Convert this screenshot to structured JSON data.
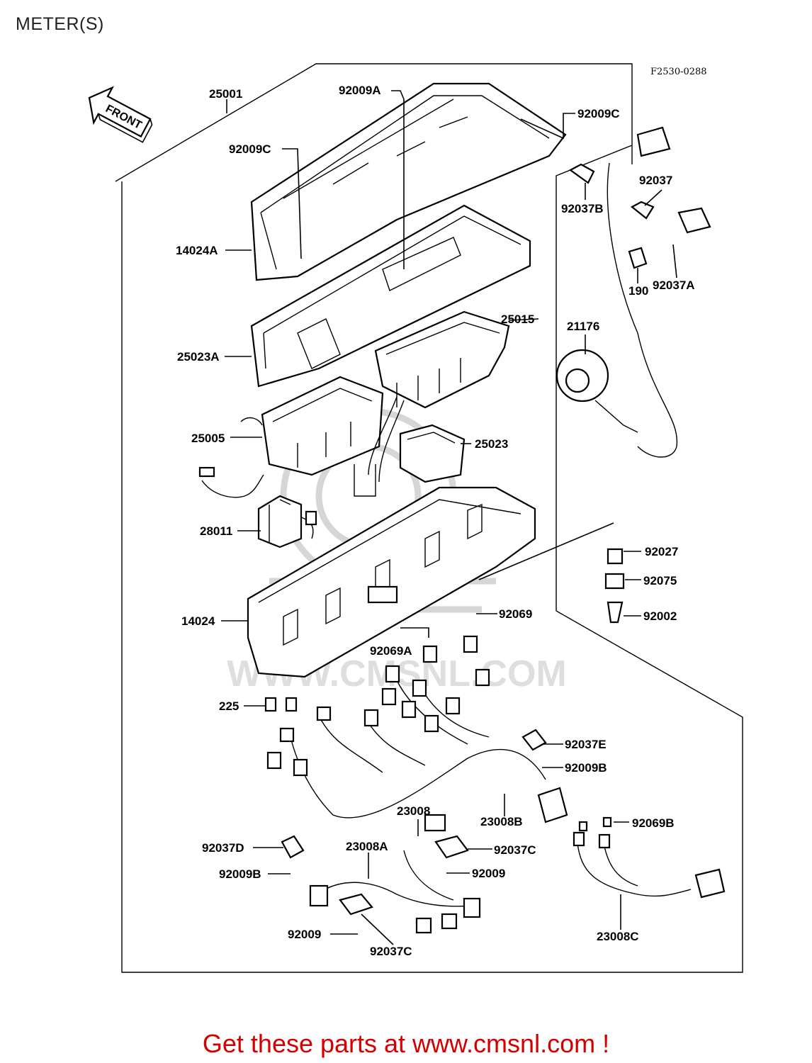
{
  "title": "METER(S)",
  "figure_code": "F2530-0288",
  "front_arrow_label": "FRONT",
  "footer": "Get these parts at www.cmsnl.com !",
  "watermark_text": "WWW.CMSNL.COM",
  "colors": {
    "footer": "#d40000",
    "lines": "#000000",
    "watermark": "#d6d6d6"
  },
  "callouts": [
    {
      "id": "p25001",
      "text": "25001"
    },
    {
      "id": "p92009A",
      "text": "92009A"
    },
    {
      "id": "p92009C_r",
      "text": "92009C"
    },
    {
      "id": "p92009C_l",
      "text": "92009C"
    },
    {
      "id": "p92037",
      "text": "92037"
    },
    {
      "id": "p92037B",
      "text": "92037B"
    },
    {
      "id": "p14024A",
      "text": "14024A"
    },
    {
      "id": "p190",
      "text": "190"
    },
    {
      "id": "p92037A",
      "text": "92037A"
    },
    {
      "id": "p25015",
      "text": "25015"
    },
    {
      "id": "p21176",
      "text": "21176"
    },
    {
      "id": "p25023A",
      "text": "25023A"
    },
    {
      "id": "p25005",
      "text": "25005"
    },
    {
      "id": "p25023",
      "text": "25023"
    },
    {
      "id": "p28011",
      "text": "28011"
    },
    {
      "id": "p92027",
      "text": "92027"
    },
    {
      "id": "p92075",
      "text": "92075"
    },
    {
      "id": "p14024",
      "text": "14024"
    },
    {
      "id": "p92069",
      "text": "92069"
    },
    {
      "id": "p92002",
      "text": "92002"
    },
    {
      "id": "p92069A",
      "text": "92069A"
    },
    {
      "id": "p225",
      "text": "225"
    },
    {
      "id": "p92037E",
      "text": "92037E"
    },
    {
      "id": "p92009B_r",
      "text": "92009B"
    },
    {
      "id": "p23008",
      "text": "23008"
    },
    {
      "id": "p23008B",
      "text": "23008B"
    },
    {
      "id": "p92069B",
      "text": "92069B"
    },
    {
      "id": "p92037D",
      "text": "92037D"
    },
    {
      "id": "p23008A",
      "text": "23008A"
    },
    {
      "id": "p92037C_r",
      "text": "92037C"
    },
    {
      "id": "p92009B_l",
      "text": "92009B"
    },
    {
      "id": "p92009_r",
      "text": "92009"
    },
    {
      "id": "p92009_l",
      "text": "92009"
    },
    {
      "id": "p92037C_b",
      "text": "92037C"
    },
    {
      "id": "p23008C",
      "text": "23008C"
    }
  ]
}
